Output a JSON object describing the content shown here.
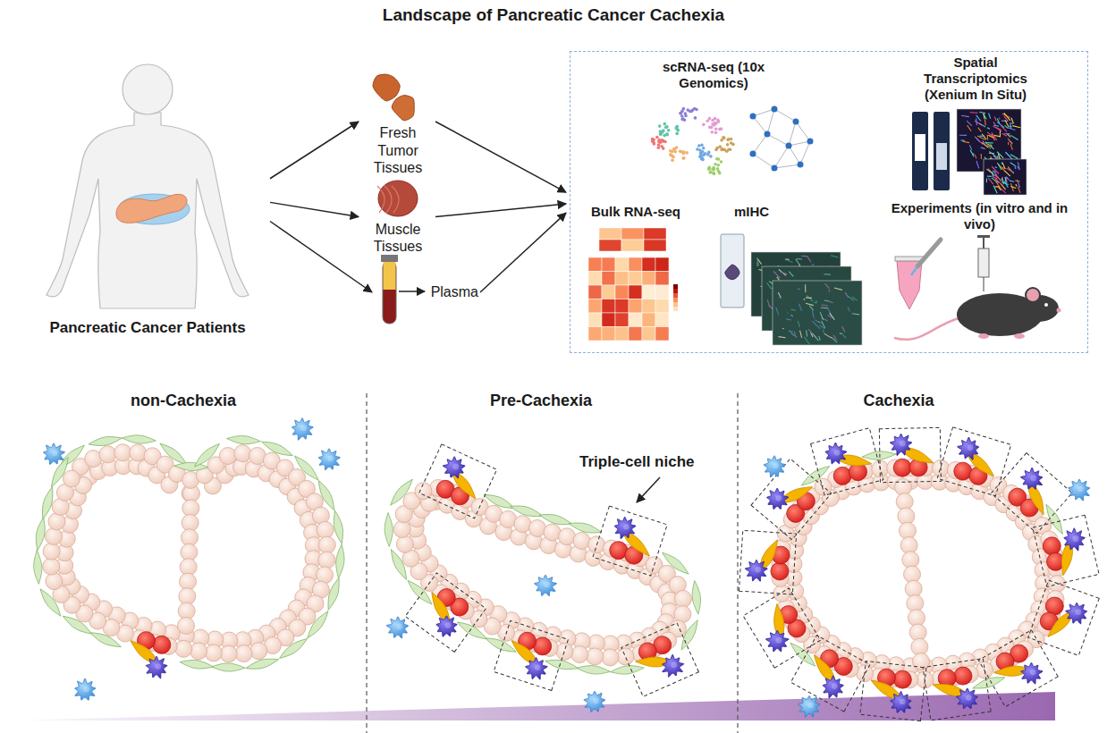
{
  "diagram": {
    "title": "Landscape of Pancreatic Cancer Cachexia",
    "nodes": [
      {
        "text": [
          "Pancreatic Cancer Patients"
        ]
      },
      {
        "text": [
          "Fresh Tumor Tissues"
        ]
      },
      {
        "text": [
          "Muscle Tissues"
        ]
      },
      {
        "text": [
          "Plasma"
        ]
      },
      {
        "text": []
      },
      {
        "text": [
          "scRNA-seq (10x Genomics)"
        ],
        "in": 4
      },
      {
        "text": [
          "Spatial Transcriptomics (Xenium In Situ)"
        ],
        "in": 4
      },
      {
        "text": [
          "Bulk RNA-seq"
        ],
        "in": 4
      },
      {
        "text": [
          "mIHC"
        ],
        "in": 4
      },
      {
        "text": [
          "Experiments (in vitro and in vivo)"
        ],
        "in": 4
      },
      {
        "text": [
          "non-Cachexia"
        ]
      },
      {
        "text": [
          "Pre-Cachexia"
        ]
      },
      {
        "text": [
          "Cachexia"
        ]
      }
    ],
    "edges": [
      {
        "from": 0,
        "to": 1,
        "arrow": "to"
      },
      {
        "from": 0,
        "to": 2,
        "arrow": "to"
      },
      {
        "from": 0,
        "to": 3,
        "arrow": "to"
      },
      {
        "from": 1,
        "to": 4,
        "arrow": "to"
      },
      {
        "from": 2,
        "to": 4,
        "arrow": "to"
      },
      {
        "from": 3,
        "to": 4,
        "arrow": "to"
      }
    ],
    "labels": [
      "Triple-cell niche"
    ]
  }
}
